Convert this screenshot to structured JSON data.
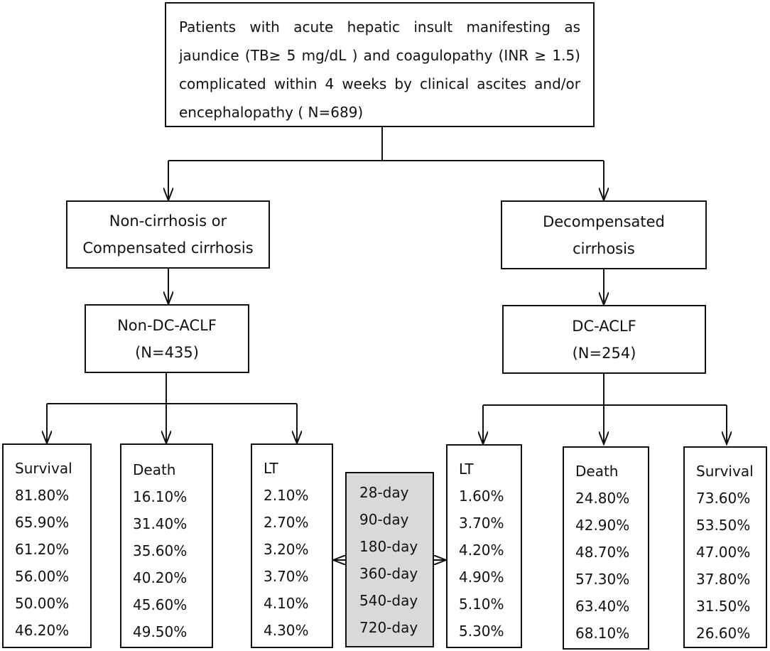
{
  "root": {
    "lines": [
      "Patients with acute hepatic insult manifesting as",
      "jaundice (TB≥ 5 mg/dL ) and coagulopathy (INR ≥ 1.5)",
      "complicated within 4 weeks by clinical ascites and/or",
      "encephalopathy ( N=689)"
    ]
  },
  "left_branch": {
    "condition": [
      "Non-cirrhosis or",
      "Compensated cirrhosis"
    ],
    "group": [
      "Non-DC-ACLF",
      "(N=435)"
    ],
    "outcomes": [
      {
        "title": "Survival",
        "values": [
          "81.80%",
          "65.90%",
          "61.20%",
          "56.00%",
          "50.00%",
          "46.20%"
        ]
      },
      {
        "title": "Death",
        "values": [
          "16.10%",
          "31.40%",
          "35.60%",
          "40.20%",
          "45.60%",
          "49.50%"
        ]
      },
      {
        "title": "LT",
        "values": [
          "2.10%",
          "2.70%",
          "3.20%",
          "3.70%",
          "4.10%",
          "4.30%"
        ]
      }
    ]
  },
  "right_branch": {
    "condition": [
      "Decompensated",
      "cirrhosis"
    ],
    "group": [
      "DC-ACLF",
      "(N=254)"
    ],
    "outcomes": [
      {
        "title": "LT",
        "values": [
          "1.60%",
          "3.70%",
          "4.20%",
          "4.90%",
          "5.10%",
          "5.30%"
        ]
      },
      {
        "title": "Death",
        "values": [
          "24.80%",
          "42.90%",
          "48.70%",
          "57.30%",
          "63.40%",
          "68.10%"
        ]
      },
      {
        "title": "Survival",
        "values": [
          "73.60%",
          "53.50%",
          "47.00%",
          "37.80%",
          "31.50%",
          "26.60%"
        ]
      }
    ]
  },
  "timepoints": [
    "28-day",
    "90-day",
    "180-day",
    "360-day",
    "540-day",
    "720-day"
  ]
}
